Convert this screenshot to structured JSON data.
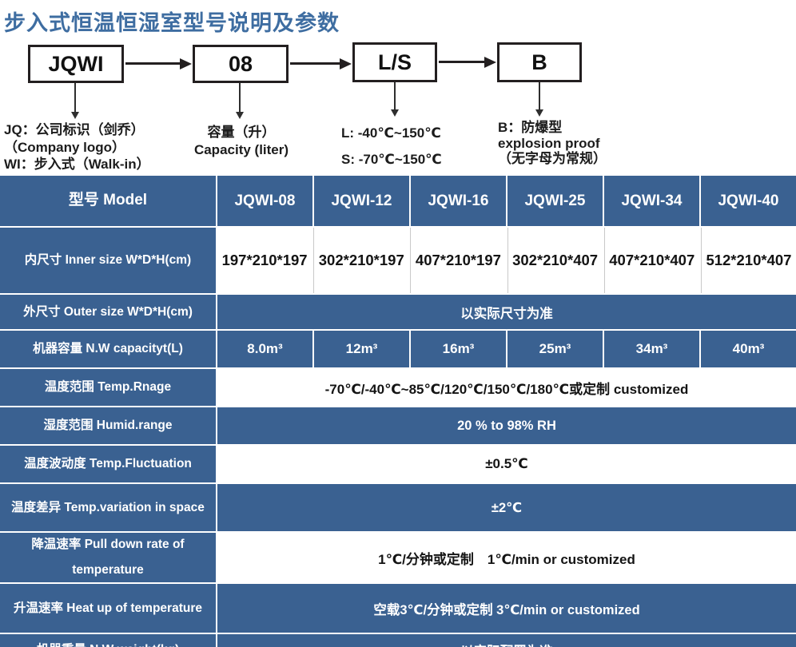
{
  "title": "步入式恒温恒湿室型号说明及参数",
  "colors": {
    "table_blue": "#3a6191",
    "title_blue": "#3e6da1",
    "diagram_ink": "#231f20"
  },
  "diagram": {
    "boxes": [
      "JQWI",
      "08",
      "L/S",
      "B"
    ],
    "note_jqwi": {
      "l1": "JQ：公司标识（剑乔）",
      "l2": "（Company logo）",
      "l3": "WI：步入式（Walk-in）"
    },
    "note_capacity": {
      "l1": "容量（升）",
      "l2": "Capacity (liter)"
    },
    "note_ls": {
      "l1": "L: -40℃~150℃",
      "l2": "S: -70℃~150℃"
    },
    "note_b": {
      "l1": "B：防爆型",
      "l2": "explosion proof",
      "l3": "（无字母为常规）"
    }
  },
  "table": {
    "rows": [
      {
        "kind": "header",
        "height": 63,
        "label": "型号 Model",
        "cells": [
          "JQWI-08",
          "JQWI-12",
          "JQWI-16",
          "JQWI-25",
          "JQWI-34",
          "JQWI-40"
        ]
      },
      {
        "kind": "white",
        "height": 82,
        "label": "内尺寸 Inner size W*D*H(cm)",
        "cells": [
          "197*210*197",
          "302*210*197",
          "407*210*197",
          "302*210*407",
          "407*210*407",
          "512*210*407"
        ]
      },
      {
        "kind": "blue",
        "height": 43,
        "label": "外尺寸 Outer size W*D*H(cm)",
        "span": "以实际尺寸为准"
      },
      {
        "kind": "blue",
        "height": 46,
        "label": "机器容量 N.W capacityt(L)",
        "cells": [
          "8.0m³",
          "12m³",
          "16m³",
          "25m³",
          "34m³",
          "40m³"
        ]
      },
      {
        "kind": "white",
        "height": 46,
        "label": "温度范围 Temp.Rnage",
        "span": "-70℃/-40℃~85℃/120℃/150℃/180℃或定制 customized"
      },
      {
        "kind": "blue",
        "height": 46,
        "label": "湿度范围 Humid.range",
        "span": "20 % to 98% RH"
      },
      {
        "kind": "white",
        "height": 46,
        "label": "温度波动度 Temp.Fluctuation",
        "span": "±0.5℃"
      },
      {
        "kind": "blue",
        "height": 59,
        "label": "温度差异 Temp.variation in space",
        "span": "±2℃"
      },
      {
        "kind": "white",
        "height": 62,
        "label": "降温速率 Pull down rate of temperature",
        "span": "1℃/分钟或定制　1℃/min or customized"
      },
      {
        "kind": "blue",
        "height": 61,
        "label": "升温速率 Heat up of temperature",
        "span": "空载3℃/分钟或定制 3℃/min or customized"
      },
      {
        "kind": "blue",
        "height": 40,
        "label": "机器重量 N.W weight(kg)",
        "span": "以实际配置为准"
      }
    ]
  }
}
